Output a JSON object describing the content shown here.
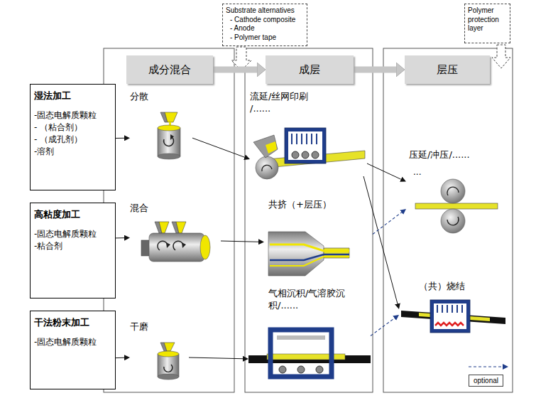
{
  "diagram": {
    "nodes": [
      {
        "text": [
          "湿法加工",
          "-固态电解质颗粒",
          "- （粘合剂）",
          "- （成孔剂）",
          "-溶剂"
        ]
      },
      {
        "text": [
          "高粘度加工",
          "-固态电解质颗粒",
          "-粘合剂"
        ]
      },
      {
        "text": [
          "干法粉末加工",
          "-固态电解质颗粒"
        ]
      },
      {
        "text": [
          "成分混合"
        ]
      },
      {
        "text": [
          "成层"
        ]
      },
      {
        "text": [
          "层压"
        ]
      },
      {
        "text": [
          "分散"
        ]
      },
      {
        "text": [
          "混合"
        ]
      },
      {
        "text": [
          "干磨"
        ]
      },
      {
        "text": [
          "流延/丝网印刷 /......"
        ]
      },
      {
        "text": [
          "共挤（+层压）"
        ]
      },
      {
        "text": [
          "气相沉积/气溶胶沉积/......"
        ]
      },
      {
        "text": [
          "压延/冲压/......",
          "..."
        ]
      },
      {
        "text": [
          "（共）烧结"
        ]
      },
      {
        "text": [
          "Substrate alternatives",
          "- Cathode composite",
          "- Anode",
          "- Polymer tape"
        ]
      },
      {
        "text": [
          "Polymer protection layer"
        ]
      }
    ],
    "edges": [
      {
        "from": 0,
        "to": 6,
        "arrow": "to"
      },
      {
        "from": 1,
        "to": 7,
        "arrow": "to"
      },
      {
        "from": 2,
        "to": 8,
        "arrow": "to"
      },
      {
        "from": 6,
        "to": 9,
        "arrow": "to"
      },
      {
        "from": 7,
        "to": 10,
        "arrow": "to"
      },
      {
        "from": 8,
        "to": 11,
        "arrow": "to"
      },
      {
        "from": 9,
        "to": 12,
        "arrow": "to"
      },
      {
        "from": 9,
        "to": 13,
        "arrow": "to"
      },
      {
        "from": 10,
        "to": 12,
        "arrow": "to"
      },
      {
        "from": 11,
        "to": 13,
        "arrow": "to"
      },
      {
        "from": 3,
        "to": 4,
        "arrow": "to"
      },
      {
        "from": 4,
        "to": 5,
        "arrow": "to"
      }
    ],
    "legend": [
      {
        "text": "optional"
      }
    ]
  }
}
